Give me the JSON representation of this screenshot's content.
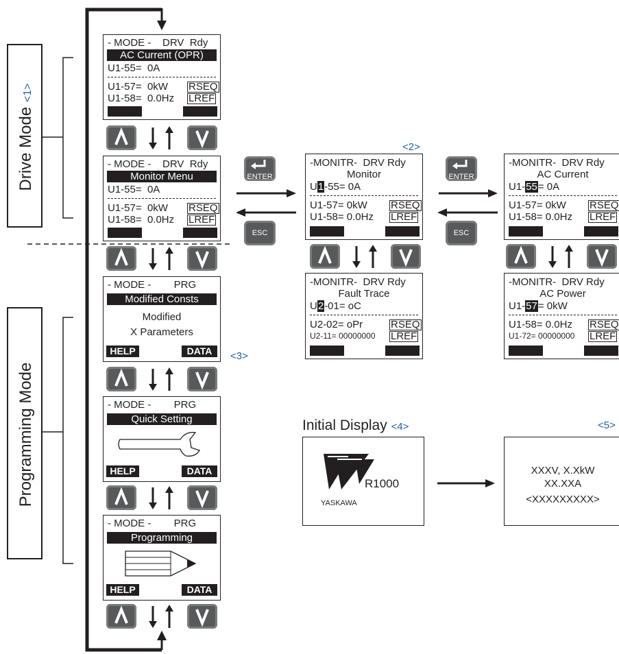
{
  "mode_labels": {
    "drive": "Drive Mode",
    "drive_ref": "<1>",
    "programming": "Programming Mode"
  },
  "refs": {
    "r2": "<2>",
    "r3": "<3>",
    "r4": "<4>",
    "r5": "<5>"
  },
  "keys": {
    "enter": "ENTER",
    "esc": "ESC"
  },
  "screen1": {
    "top": "- MODE -    DRV  Rdy",
    "title": "AC Current (OPR)",
    "l1": "U1-55=  0A",
    "l2": "U1-57=  0kW",
    "l3": "U1-58=  0.0Hz",
    "b1": "RSEQ",
    "b2": "LREF"
  },
  "screen2": {
    "top": "- MODE -    DRV  Rdy",
    "title": "Monitor Menu",
    "l1": "U1-55=  0A",
    "l2": "U1-57=  0kW",
    "l3": "U1-58=  0.0Hz",
    "b1": "RSEQ",
    "b2": "LREF"
  },
  "screen3": {
    "top": "- MODE -        PRG",
    "title": "Modified Consts",
    "l1": "Modified",
    "l2": "X Parameters",
    "f1": "HELP",
    "f2": "DATA"
  },
  "screen4": {
    "top": "- MODE -        PRG",
    "title": "Quick Setting",
    "f1": "HELP",
    "f2": "DATA"
  },
  "screen5": {
    "top": "- MODE -        PRG",
    "title": "Programming",
    "f1": "HELP",
    "f2": "DATA"
  },
  "mon1": {
    "top": "-MONITR-  DRV Rdy",
    "title": "Monitor",
    "l1a": "U",
    "l1c": "1",
    "l1b": "-55= 0A",
    "l2": "U1-57= 0kW",
    "l3": "U1-58= 0.0Hz",
    "b1": "RSEQ",
    "b2": "LREF"
  },
  "mon2": {
    "top": "-MONITR-  DRV Rdy",
    "title": "Fault Trace",
    "l1a": "U",
    "l1c": "2",
    "l1b": "-01= oC",
    "l2": "U2-02= oPr",
    "l3": "U2-11= 00000000",
    "b1": "RSEQ",
    "b2": "LREF"
  },
  "mon3": {
    "top": "-MONITR-  DRV Rdy",
    "title": "AC Current",
    "l1a": "U1-",
    "l1c": "55",
    "l1b": "= 0A",
    "l2": "U1-57= 0kW",
    "l3": "U1-58= 0.0Hz",
    "b1": "RSEQ",
    "b2": "LREF"
  },
  "mon4": {
    "top": "-MONITR-  DRV Rdy",
    "title": "AC Power",
    "l1a": "U1-",
    "l1c": "57",
    "l1b": "= 0kW",
    "l2": "U1-58= 0.0Hz",
    "l3": "U1-72= 00000000",
    "b1": "RSEQ",
    "b2": "LREF"
  },
  "initial": {
    "heading": "Initial Display",
    "model": "R1000",
    "brand": "YASKAWA",
    "l1": "XXXV, X.XkW",
    "l2": "XX.XXA",
    "l3": "<XXXXXXXXX>"
  }
}
